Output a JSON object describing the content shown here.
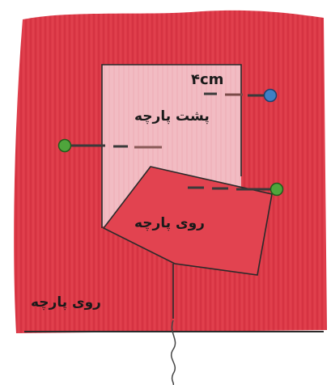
{
  "labels": {
    "measurement": "۴cm",
    "fabric_back": "پشت پارچه",
    "fabric_face_flap": "روی پارچه",
    "fabric_face_main": "روی پارچه"
  },
  "colors": {
    "fabric_red": "#dd3a48",
    "fabric_red_dark": "#c82536",
    "back_panel": "#f0b7bf",
    "flap_red": "#e24350",
    "stitch_dark": "#3a3a3a",
    "stitch_brown": "#7a4a48",
    "pin_blue": "#3f7fc4",
    "pin_green": "#4fa53c",
    "edge_line": "#2a2a2a"
  },
  "icons": {
    "pin_top_right": "blue-pin-icon",
    "pin_left": "green-pin-icon",
    "pin_mid_right": "green-pin-icon"
  }
}
